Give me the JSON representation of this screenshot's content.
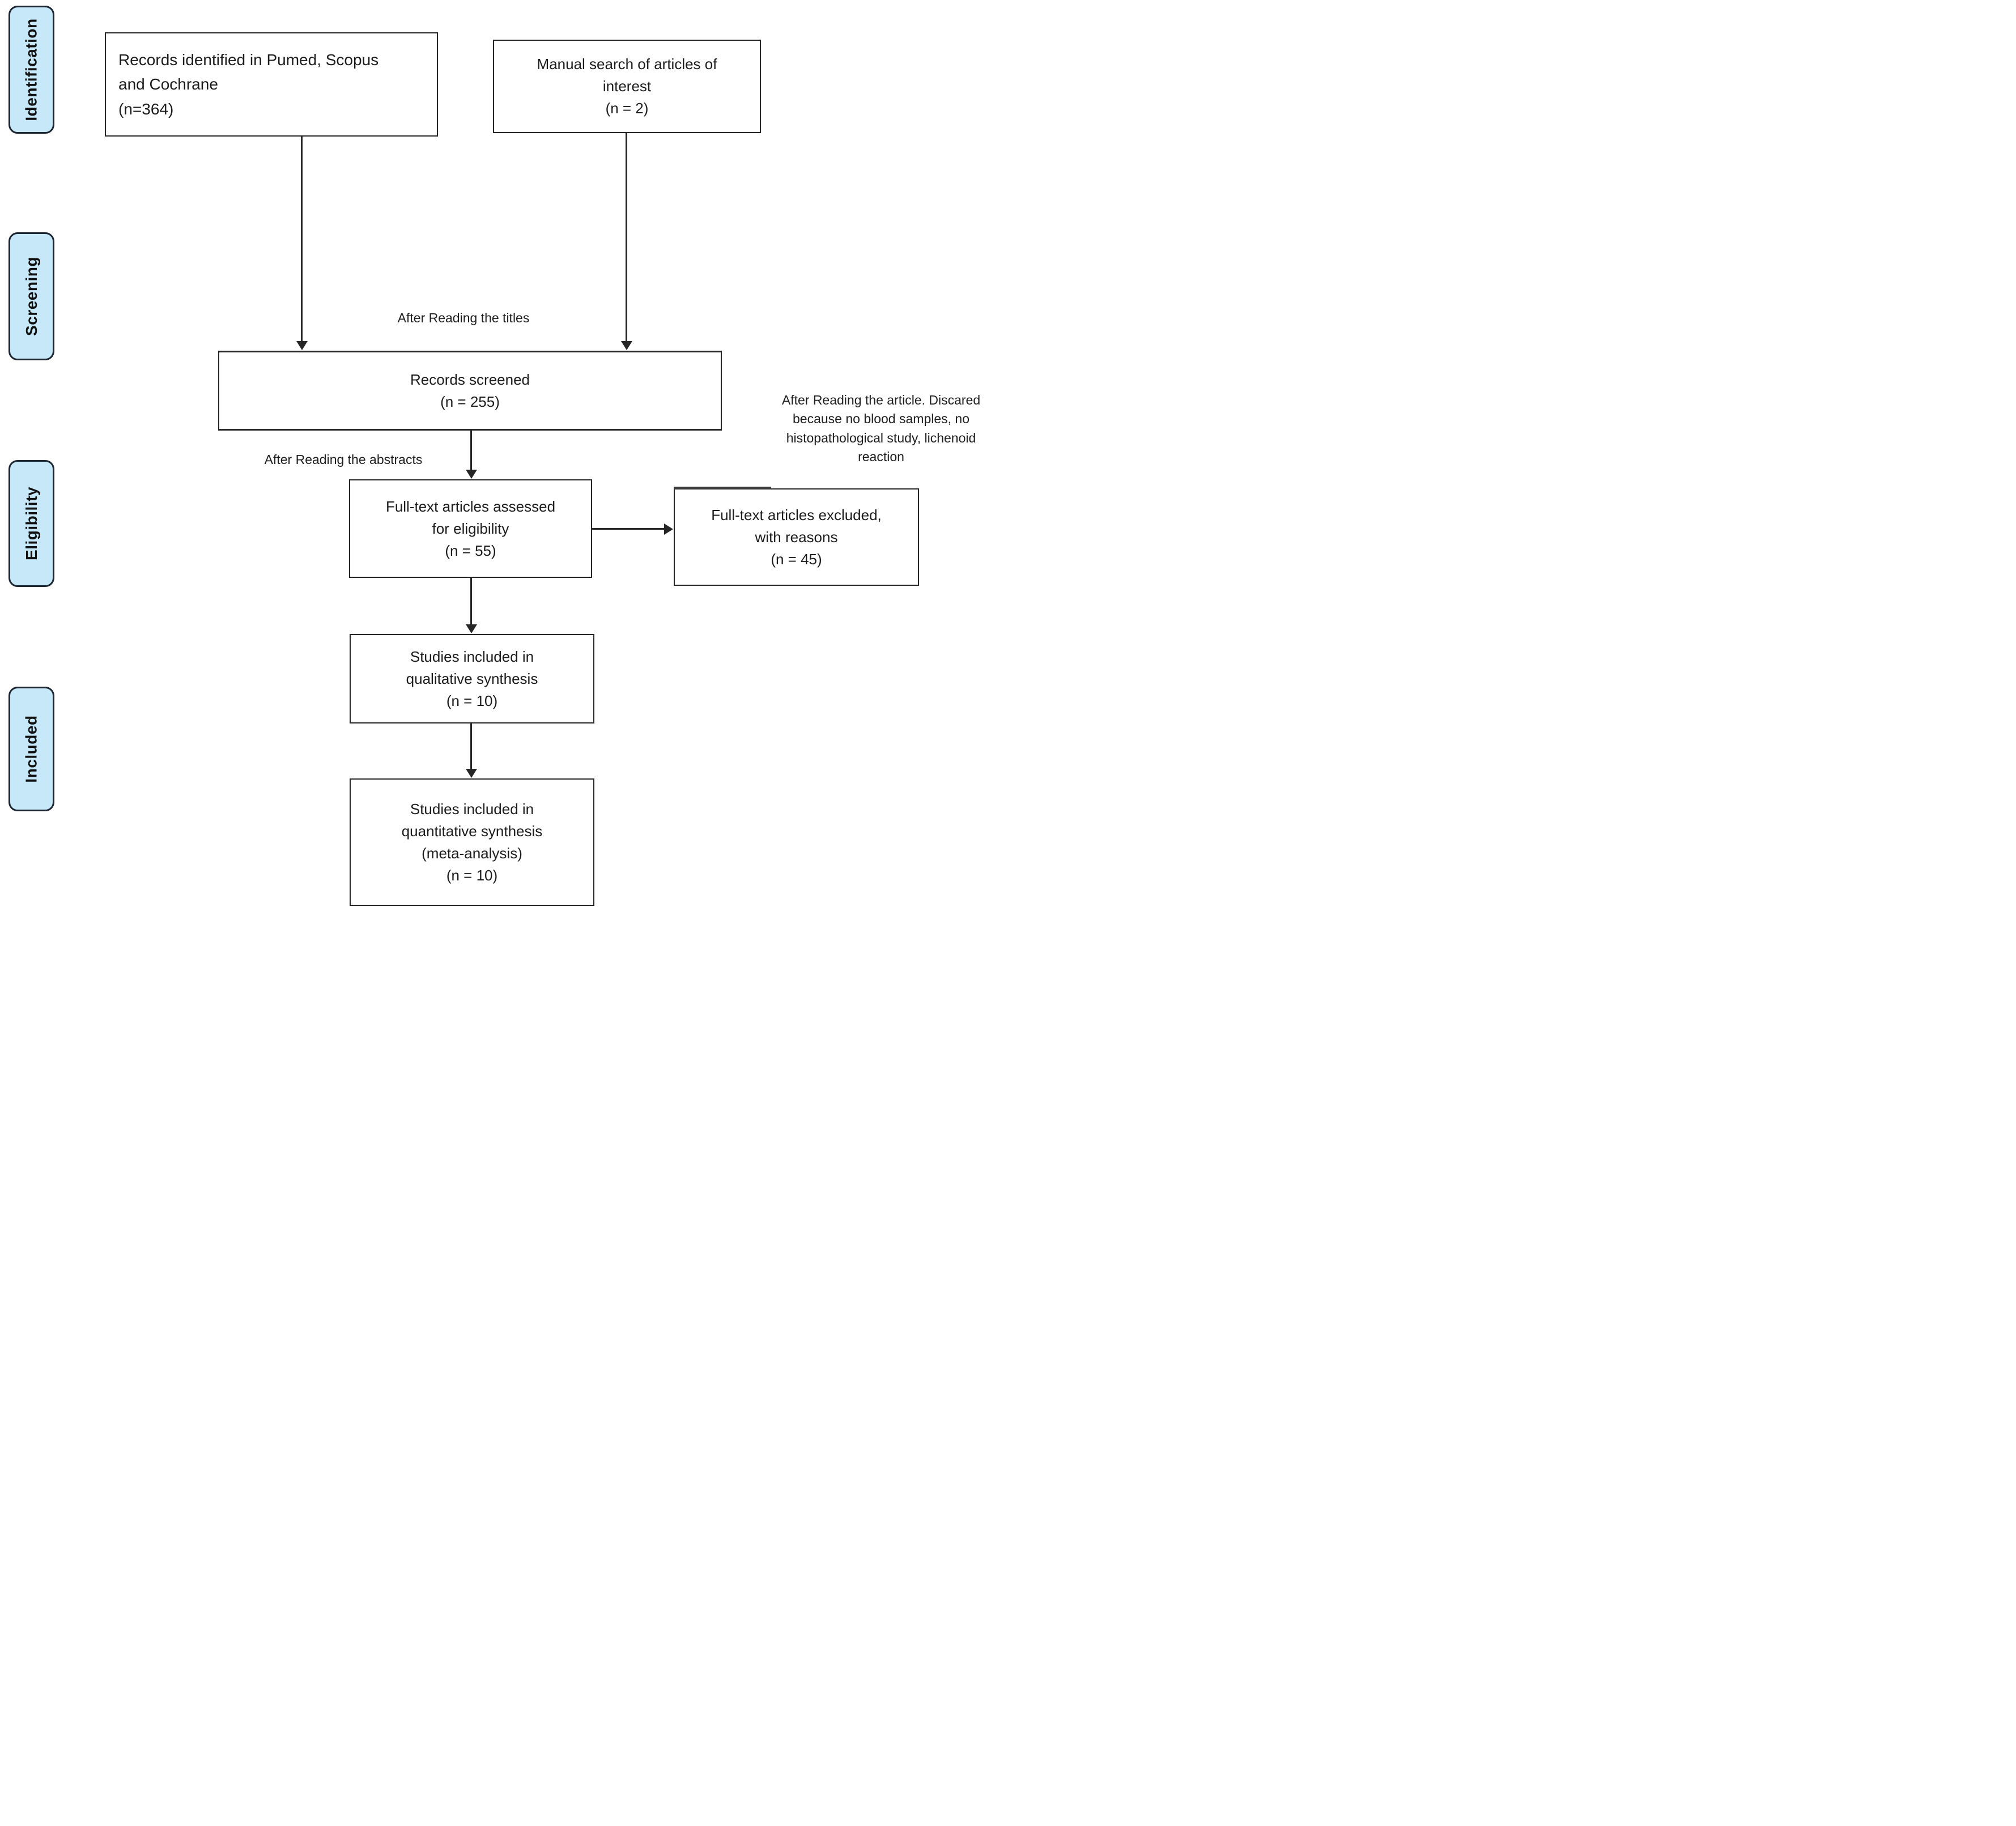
{
  "diagram_type": "prisma-flow-diagram",
  "sidebar": {
    "items": [
      {
        "label": "Identification"
      },
      {
        "label": "Screening"
      },
      {
        "label": "Eligibility"
      },
      {
        "label": "Included"
      }
    ]
  },
  "flow": {
    "identified": {
      "text": "Records identified in Pumed, Scopus\nand Cochrane\n(n=364)",
      "n": 364
    },
    "manual_search": {
      "text": "Manual search of articles of\ninterest\n(n = 2)",
      "n": 2
    },
    "screened": {
      "text": "Records screened\n(n = 255)",
      "n": 255
    },
    "assessed": {
      "text": "Full-text articles assessed\nfor eligibility\n(n = 55)",
      "n": 55
    },
    "excluded": {
      "text": "Full-text articles excluded,\nwith reasons\n(n = 45)",
      "n": 45
    },
    "qualitative": {
      "text": "Studies included in\nqualitative synthesis\n(n = 10)",
      "n": 10
    },
    "quantitative": {
      "text": "Studies included in\nquantitative synthesis\n(meta-analysis)\n(n = 10)",
      "n": 10
    }
  },
  "labels": {
    "after_titles": "After Reading the titles",
    "after_abstracts": "After Reading the abstracts",
    "exclusion_note": "After Reading the article. Discared\nbecause no blood samples, no\nhistopathological study, lichenoid\nreaction"
  },
  "colors": {
    "sidebar_fill": "#c7e8f8",
    "sidebar_border": "#1d2633",
    "line": "#262626",
    "text": "#1c1c1c",
    "box_bg": "#ffffff"
  }
}
